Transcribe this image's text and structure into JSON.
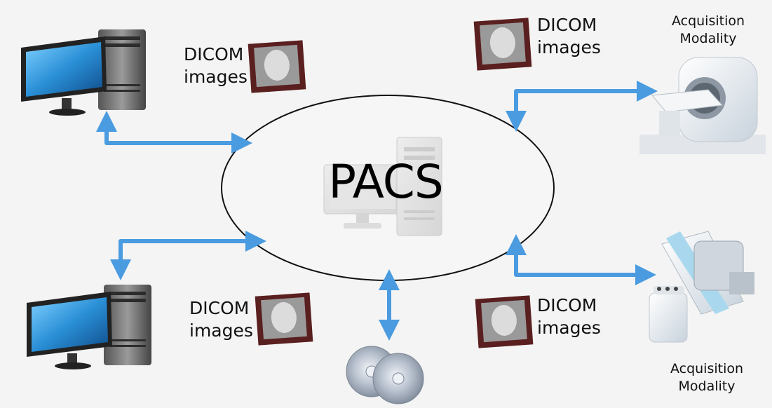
{
  "center": {
    "label": "PACS"
  },
  "dicom_labels": [
    {
      "line1": "DICOM",
      "line2": "images"
    },
    {
      "line1": "DICOM",
      "line2": "images"
    },
    {
      "line1": "DICOM",
      "line2": "images"
    },
    {
      "line1": "DICOM",
      "line2": "images"
    }
  ],
  "modalities": [
    {
      "line1": "Acquisition",
      "line2": "Modality"
    },
    {
      "line1": "Acquisition",
      "line2": "Modality"
    }
  ],
  "colors": {
    "arrow": "#4a9be0",
    "screen": "#2a8fd6",
    "background": "#f4f4f4"
  }
}
